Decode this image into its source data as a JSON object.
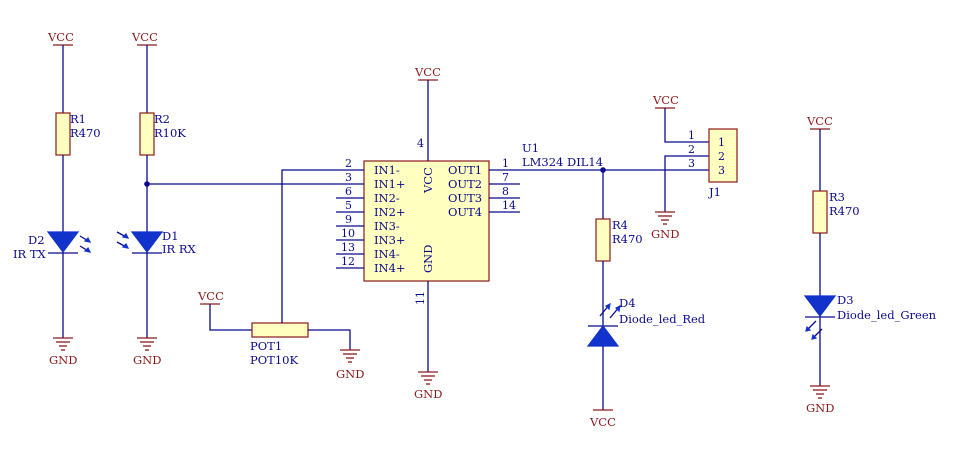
{
  "power": {
    "vcc": "VCC",
    "gnd": "GND"
  },
  "components": {
    "r1": {
      "ref": "R1",
      "value": "R470"
    },
    "r2": {
      "ref": "R2",
      "value": "R10K"
    },
    "r3": {
      "ref": "R3",
      "value": "R470"
    },
    "r4": {
      "ref": "R4",
      "value": "R470"
    },
    "d1": {
      "ref": "D1",
      "value": "IR RX"
    },
    "d2": {
      "ref": "D2",
      "value": "IR TX"
    },
    "d3": {
      "ref": "D3",
      "value": "Diode_led_Green"
    },
    "d4": {
      "ref": "D4",
      "value": "Diode_led_Red"
    },
    "pot1": {
      "ref": "POT1",
      "value": "POT10K"
    },
    "u1": {
      "ref": "U1",
      "value": "LM324 DIL14",
      "left_pins": [
        {
          "name": "IN1-",
          "num": "2"
        },
        {
          "name": "IN1+",
          "num": "3"
        },
        {
          "name": "IN2-",
          "num": "6"
        },
        {
          "name": "IN2+",
          "num": "5"
        },
        {
          "name": "IN3-",
          "num": "9"
        },
        {
          "name": "IN3+",
          "num": "10"
        },
        {
          "name": "IN4-",
          "num": "13"
        },
        {
          "name": "IN4+",
          "num": "12"
        }
      ],
      "right_pins": [
        {
          "name": "OUT1",
          "num": "1"
        },
        {
          "name": "OUT2",
          "num": "7"
        },
        {
          "name": "OUT3",
          "num": "8"
        },
        {
          "name": "OUT4",
          "num": "14"
        }
      ],
      "vcc_pin": {
        "name": "VCC",
        "num": "4"
      },
      "gnd_pin": {
        "name": "GND",
        "num": "11"
      }
    },
    "j1": {
      "ref": "J1",
      "pins": [
        "1",
        "2",
        "3"
      ]
    }
  }
}
